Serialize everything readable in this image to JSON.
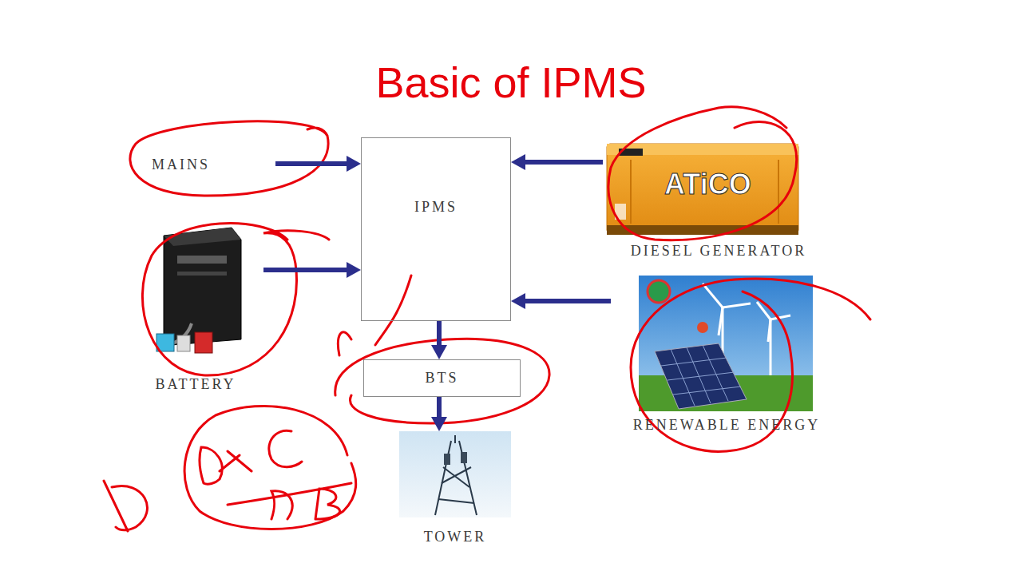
{
  "diagram": {
    "title": "Basic of IPMS",
    "nodes": [
      {
        "text": [
          "MAINS"
        ]
      },
      {
        "text": [
          "IPMS"
        ]
      },
      {
        "text": [
          "DIESEL GENERATOR"
        ]
      },
      {
        "text": [
          "BATTERY"
        ]
      },
      {
        "text": [
          "RENEWABLE ENERGY"
        ]
      },
      {
        "text": [
          "BTS"
        ]
      },
      {
        "text": [
          "TOWER"
        ]
      }
    ],
    "edges": [
      {
        "from": 0,
        "to": 1,
        "arrow": "to"
      },
      {
        "from": 2,
        "to": 1,
        "arrow": "to"
      },
      {
        "from": 3,
        "to": 1,
        "arrow": "to"
      },
      {
        "from": 4,
        "to": 1,
        "arrow": "to"
      },
      {
        "from": 1,
        "to": 5,
        "arrow": "to"
      },
      {
        "from": 5,
        "to": 6,
        "arrow": "to"
      }
    ],
    "labels": [
      "ATiCO"
    ]
  }
}
